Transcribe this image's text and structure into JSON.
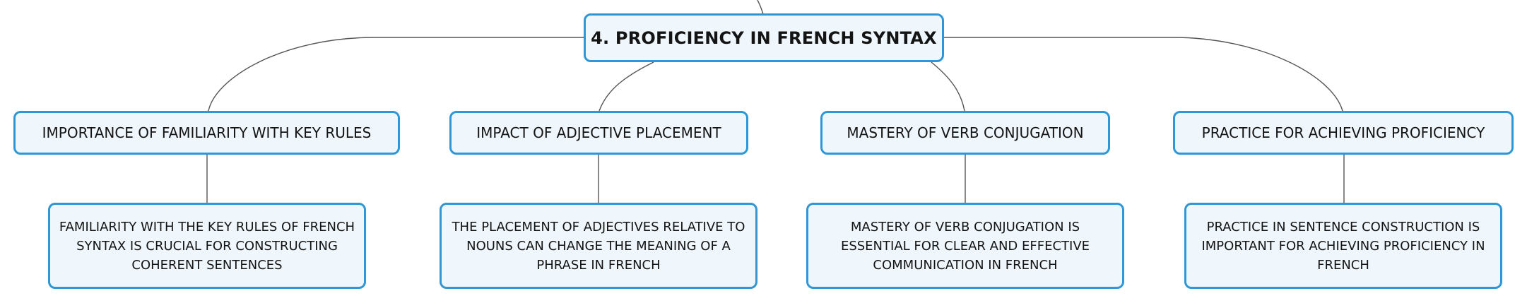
{
  "diagram": {
    "root": {
      "label": "4. PROFICIENCY IN FRENCH SYNTAX"
    },
    "branches": [
      {
        "topic": "IMPORTANCE OF FAMILIARITY WITH KEY RULES",
        "detail": "FAMILIARITY WITH THE KEY RULES OF FRENCH SYNTAX IS CRUCIAL FOR CONSTRUCTING COHERENT SENTENCES"
      },
      {
        "topic": "IMPACT OF ADJECTIVE PLACEMENT",
        "detail": "THE PLACEMENT OF ADJECTIVES RELATIVE TO NOUNS CAN CHANGE THE MEANING OF A PHRASE IN FRENCH"
      },
      {
        "topic": "MASTERY OF VERB CONJUGATION",
        "detail": "MASTERY OF VERB CONJUGATION IS ESSENTIAL FOR CLEAR AND EFFECTIVE COMMUNICATION IN FRENCH"
      },
      {
        "topic": "PRACTICE FOR ACHIEVING PROFICIENCY",
        "detail": "PRACTICE IN SENTENCE CONSTRUCTION IS IMPORTANT FOR ACHIEVING PROFICIENCY IN FRENCH"
      }
    ]
  },
  "colors": {
    "node_border": "#2f97d6",
    "node_fill": "#eff7fc",
    "connector": "#555555",
    "text": "#141414"
  }
}
